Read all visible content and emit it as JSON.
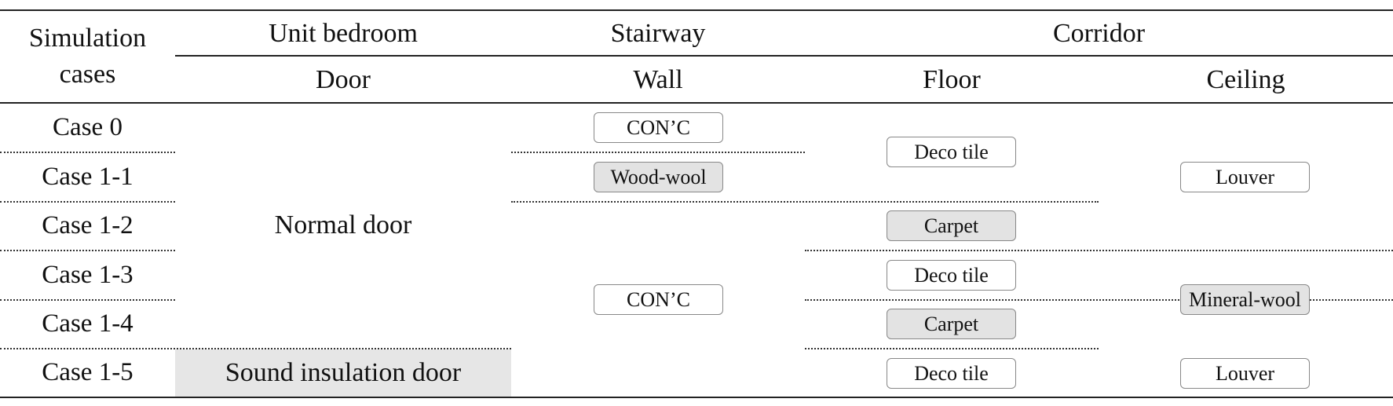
{
  "header": {
    "simulation_cases_line1": "Simulation",
    "simulation_cases_line2": "cases",
    "unit_bedroom": "Unit bedroom",
    "stairway": "Stairway",
    "corridor": "Corridor",
    "door": "Door",
    "wall": "Wall",
    "floor": "Floor",
    "ceiling": "Ceiling"
  },
  "cases": [
    "Case 0",
    "Case 1-1",
    "Case 1-2",
    "Case 1-3",
    "Case 1-4",
    "Case 1-5"
  ],
  "door": {
    "normal": "Normal door",
    "sound_insulation": "Sound insulation door"
  },
  "wall": [
    "CON’C",
    "Wood-wool",
    "CON’C"
  ],
  "floor": [
    "Deco tile",
    "Carpet",
    "Deco tile",
    "Carpet",
    "Deco tile"
  ],
  "ceiling": [
    "Louver",
    "Mineral-wool",
    "Louver"
  ],
  "colors": {
    "line": "#222222",
    "highlight_fill": "#e3e3e3"
  }
}
